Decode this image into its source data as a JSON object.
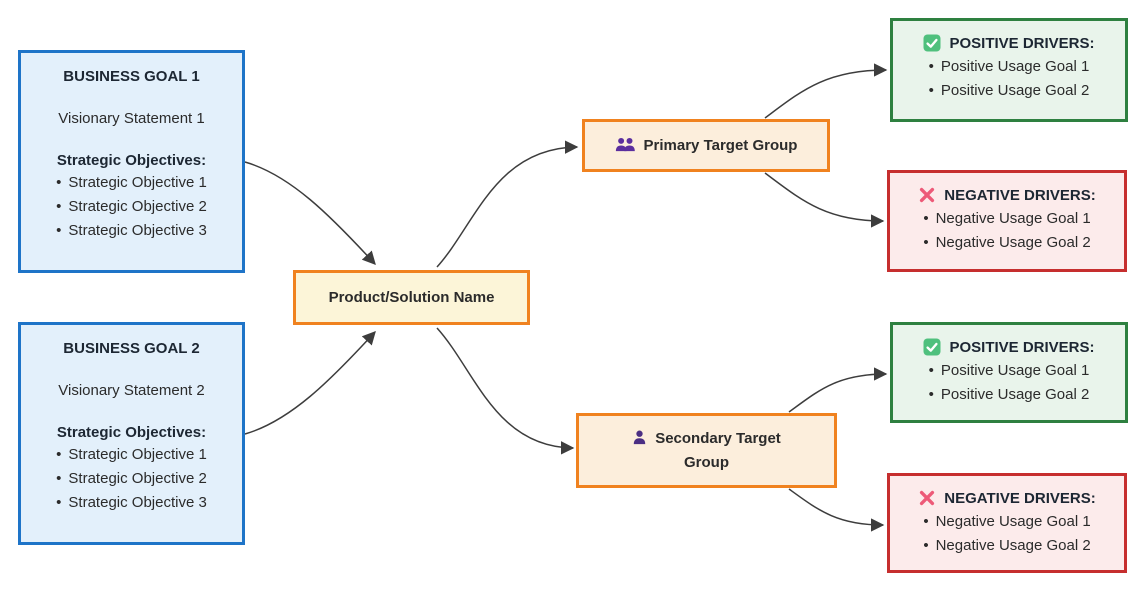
{
  "colors": {
    "goal_border": "#1E74C8",
    "goal_fill": "#E3F0FB",
    "orange_border": "#F0821F",
    "product_fill": "#FCF5D8",
    "target_fill": "#FCEEDC",
    "positive_border": "#2E8040",
    "positive_fill": "#E9F4EB",
    "negative_border": "#C62E2E",
    "negative_fill": "#FCEBEB",
    "person_icon": "#5B2E9E",
    "check_icon": "#4FC07D",
    "cross_icon": "#ED5A78",
    "arrow": "#3d3d3d",
    "text": "#2b2b2b"
  },
  "nodes": {
    "business_goal_1": {
      "title": "BUSINESS GOAL 1",
      "statement": "Visionary Statement 1",
      "objectives_heading": "Strategic Objectives:",
      "objectives": [
        "Strategic Objective 1",
        "Strategic Objective 2",
        "Strategic Objective 3"
      ]
    },
    "business_goal_2": {
      "title": "BUSINESS GOAL 2",
      "statement": "Visionary Statement 2",
      "objectives_heading": "Strategic Objectives:",
      "objectives": [
        "Strategic Objective 1",
        "Strategic Objective 2",
        "Strategic Objective 3"
      ]
    },
    "product": {
      "label": "Product/Solution Name"
    },
    "primary_target_group": {
      "label": "Primary Target Group",
      "icon": "users-icon"
    },
    "secondary_target_group": {
      "label": "Secondary Target Group",
      "icon": "user-icon"
    },
    "primary_positive_drivers": {
      "title": "POSITIVE DRIVERS:",
      "icon": "check-icon",
      "items": [
        "Positive Usage Goal 1",
        "Positive Usage Goal 2"
      ]
    },
    "primary_negative_drivers": {
      "title": "NEGATIVE DRIVERS:",
      "icon": "cross-icon",
      "items": [
        "Negative Usage Goal 1",
        "Negative Usage Goal 2"
      ]
    },
    "secondary_positive_drivers": {
      "title": "POSITIVE DRIVERS:",
      "icon": "check-icon",
      "items": [
        "Positive Usage Goal 1",
        "Positive Usage Goal 2"
      ]
    },
    "secondary_negative_drivers": {
      "title": "NEGATIVE DRIVERS:",
      "icon": "cross-icon",
      "items": [
        "Negative Usage Goal 1",
        "Negative Usage Goal 2"
      ]
    }
  },
  "edges": [
    {
      "from": "business-goal-1",
      "to": "product"
    },
    {
      "from": "business-goal-2",
      "to": "product"
    },
    {
      "from": "product",
      "to": "primary-target-group"
    },
    {
      "from": "product",
      "to": "secondary-target-group"
    },
    {
      "from": "primary-target-group",
      "to": "primary-positive-drivers"
    },
    {
      "from": "primary-target-group",
      "to": "primary-negative-drivers"
    },
    {
      "from": "secondary-target-group",
      "to": "secondary-positive-drivers"
    },
    {
      "from": "secondary-target-group",
      "to": "secondary-negative-drivers"
    }
  ]
}
